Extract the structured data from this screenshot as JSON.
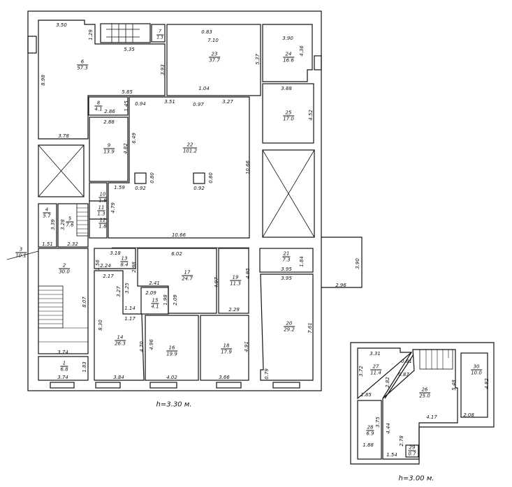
{
  "rooms": [
    {
      "n": "1",
      "a": "6.8"
    },
    {
      "n": "2",
      "a": "30.0"
    },
    {
      "n": "3",
      "a": "10.1"
    },
    {
      "n": "4",
      "a": "5.7"
    },
    {
      "n": "5",
      "a": "7.6"
    },
    {
      "n": "6",
      "a": "57.3"
    },
    {
      "n": "8",
      "a": "4.1"
    },
    {
      "n": "9",
      "a": "13.9"
    },
    {
      "n": "10",
      "a": "1.8"
    },
    {
      "n": "11",
      "a": "1.3"
    },
    {
      "n": "12",
      "a": "1.8"
    },
    {
      "n": "13",
      "a": "8.4"
    },
    {
      "n": "14",
      "a": "26.3"
    },
    {
      "n": "15",
      "a": "4.1"
    },
    {
      "n": "16",
      "a": "19.9"
    },
    {
      "n": "17",
      "a": "24.7"
    },
    {
      "n": "18",
      "a": "17.9"
    },
    {
      "n": "19",
      "a": "11.3"
    },
    {
      "n": "20",
      "a": "29.2"
    },
    {
      "n": "21",
      "a": "7.3"
    },
    {
      "n": "22",
      "a": "101.2"
    },
    {
      "n": "23",
      "a": "37.7"
    },
    {
      "n": "24",
      "a": "16.6"
    },
    {
      "n": "25",
      "a": "17.0"
    },
    {
      "n": "26",
      "a": "25.0"
    },
    {
      "n": "27",
      "a": "11.4"
    },
    {
      "n": "28",
      "a": "6.9"
    },
    {
      "n": "29",
      "a": "0.7"
    },
    {
      "n": "30",
      "a": "10.0"
    },
    {
      "n": "7",
      "a": "1.3"
    }
  ],
  "dims": [
    "3.50",
    "1.29",
    "5.35",
    "3.93",
    "8.98",
    "5.85",
    "3.78",
    "0.83",
    "7.10",
    "5.37",
    "1.04",
    "3.90",
    "4.36",
    "3.88",
    "4.52",
    "1.45",
    "0.94",
    "3.51",
    "0.97",
    "3.27",
    "2.86",
    "2.88",
    "6.49",
    "4.82",
    "10.66",
    "0.80",
    "0.92",
    "0.80",
    "0.92",
    "1.59",
    "4.79",
    "3.39",
    "3.28",
    "1.51",
    "2.32",
    "10.66",
    "3.18",
    "1.56",
    "2.24",
    "2.98",
    "6.02",
    "1.84",
    "3.95",
    "3.95",
    "3.90",
    "2.96",
    "2.17",
    "3.27",
    "3.25",
    "2.41",
    "2.09",
    "1.98",
    "2.09",
    "4.97",
    "4.95",
    "8.07",
    "1.14",
    "1.17",
    "2.29",
    "8.30",
    "4.70",
    "4.96",
    "4.91",
    "7.61",
    "3.74",
    "1.83",
    "3.74",
    "3.84",
    "4.02",
    "3.66",
    "0.79",
    "3.31",
    "3.72",
    "0.81",
    "0.87",
    "2.82",
    "1.85",
    "5.48",
    "4.82",
    "2.08",
    "4.17",
    "3.75",
    "4.44",
    "2.78",
    "1.88",
    "1.54"
  ],
  "captions": {
    "main": "h=3.30 м.",
    "mezzanine": "h=3.00 м."
  }
}
